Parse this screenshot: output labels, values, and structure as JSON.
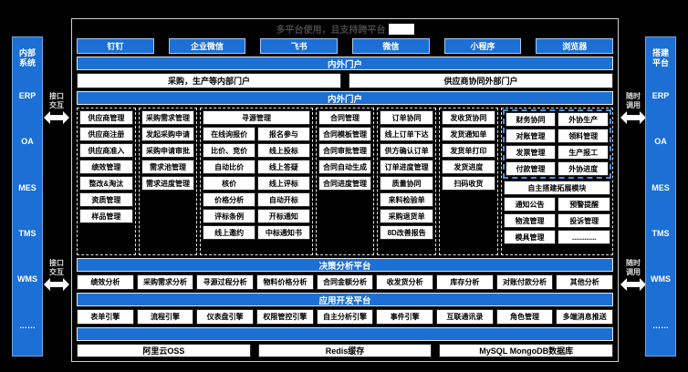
{
  "colors": {
    "accent": "#1c6fd4",
    "highlight": "#4a8de0"
  },
  "title": {
    "text": "多平台使用，且支持跨平台"
  },
  "apps": [
    "钉钉",
    "企业微信",
    "飞书",
    "微信",
    "小程序",
    "浏览器"
  ],
  "portal": {
    "top_bar": "内外门户",
    "internal": "采购，生产等内部门户",
    "external": "供应商协同外部门户",
    "inner_bar": "内外门户"
  },
  "left_rail": {
    "header": "内部系统",
    "items": [
      "ERP",
      "OA",
      "MES",
      "TMS",
      "WMS",
      "……"
    ]
  },
  "right_rail": {
    "header": "搭建平台",
    "items": [
      "ERP",
      "OA",
      "MES",
      "TMS",
      "WMS",
      "……"
    ]
  },
  "connectors": {
    "left_label": "接口交互",
    "right_label": "随时调用"
  },
  "module_groups": [
    {
      "type": "list",
      "span": 1,
      "items": [
        "供应商管理",
        "供应商注册",
        "供应商准入",
        "绩效管理",
        "整改&淘汰",
        "资质管理",
        "样品管理"
      ]
    },
    {
      "type": "list",
      "span": 1,
      "items": [
        "采购需求管理",
        "发起采购申请",
        "采购申请审批",
        "需求池管理",
        "需求进度管理"
      ]
    },
    {
      "type": "two-col",
      "span": 2,
      "header": "寻源管理",
      "left": [
        "在线询报价",
        "比价、竞价",
        "自动比价",
        "核价",
        "价格分析",
        "评标条例",
        "线上邀约"
      ],
      "right": [
        "报名参与",
        "线上投标",
        "线上答疑",
        "线上评标",
        "自动开标",
        "开标通知",
        "中标通知书"
      ]
    },
    {
      "type": "list",
      "span": 1,
      "items": [
        "合同管理",
        "合同模板管理",
        "合同审批管理",
        "合同自动生成",
        "合同进度管理"
      ]
    },
    {
      "type": "list",
      "span": 1,
      "items": [
        "订单协同",
        "线上订单下达",
        "供方确认订单",
        "订单进度管理",
        "质量协同",
        "来料检验单",
        "采购退货单",
        "8D改善报告"
      ]
    },
    {
      "type": "list",
      "span": 1,
      "items": [
        "发收货协同",
        "发货通知单",
        "发货单打印",
        "发货进度",
        "扫码收货"
      ]
    },
    {
      "type": "extension",
      "span": 2,
      "highlight_pairs": [
        [
          "财务协同",
          "外协生产"
        ],
        [
          "对账管理",
          "领料管理"
        ],
        [
          "发票管理",
          "生产报工"
        ],
        [
          "付款管理",
          "外协进度"
        ]
      ],
      "wide": "自主搭建拓展模块",
      "pairs": [
        [
          "通知公告",
          "预警提醒"
        ],
        [
          "物流管理",
          "投诉管理"
        ],
        [
          "模具管理",
          "............"
        ]
      ]
    }
  ],
  "decision_platform": {
    "header": "决策分析平台",
    "items": [
      "绩效分析",
      "采购需求分析",
      "寻源过程分析",
      "物料价格分析",
      "合同金额分析",
      "收发货分析",
      "库存分析",
      "对账付款分析",
      "其他分析"
    ]
  },
  "app_dev_platform": {
    "header": "应用开发平台",
    "items": [
      "表单引擎",
      "流程引擎",
      "仪表盘引擎",
      "权限管控引擎",
      "自主分析引擎",
      "事件引擎",
      "互联通讯录",
      "角色管理",
      "多端消息推送"
    ]
  },
  "infrastructure": [
    "阿里云OSS",
    "Redis缓存",
    "MySQL MongoDB数据库"
  ]
}
